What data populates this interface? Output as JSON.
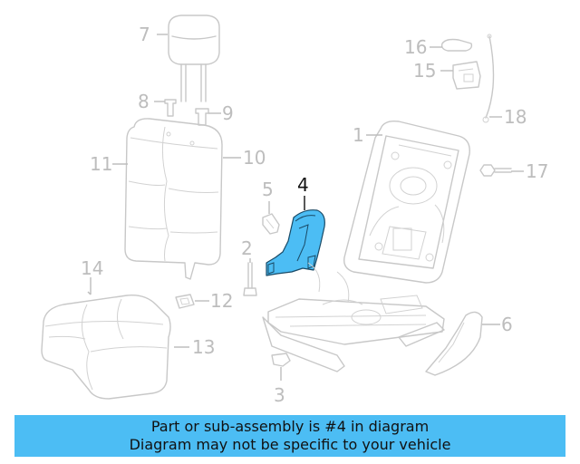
{
  "diagram": {
    "highlight_color": "#4cbdf4",
    "highlighted_part": "4",
    "callouts": [
      "1",
      "2",
      "3",
      "4",
      "5",
      "6",
      "7",
      "8",
      "9",
      "10",
      "11",
      "12",
      "13",
      "14",
      "15",
      "16",
      "17",
      "18"
    ]
  },
  "banner": {
    "line1": "Part or sub-assembly is #4 in diagram",
    "line2": "Diagram may not be specific to your vehicle",
    "color": "#4cbdf4"
  }
}
